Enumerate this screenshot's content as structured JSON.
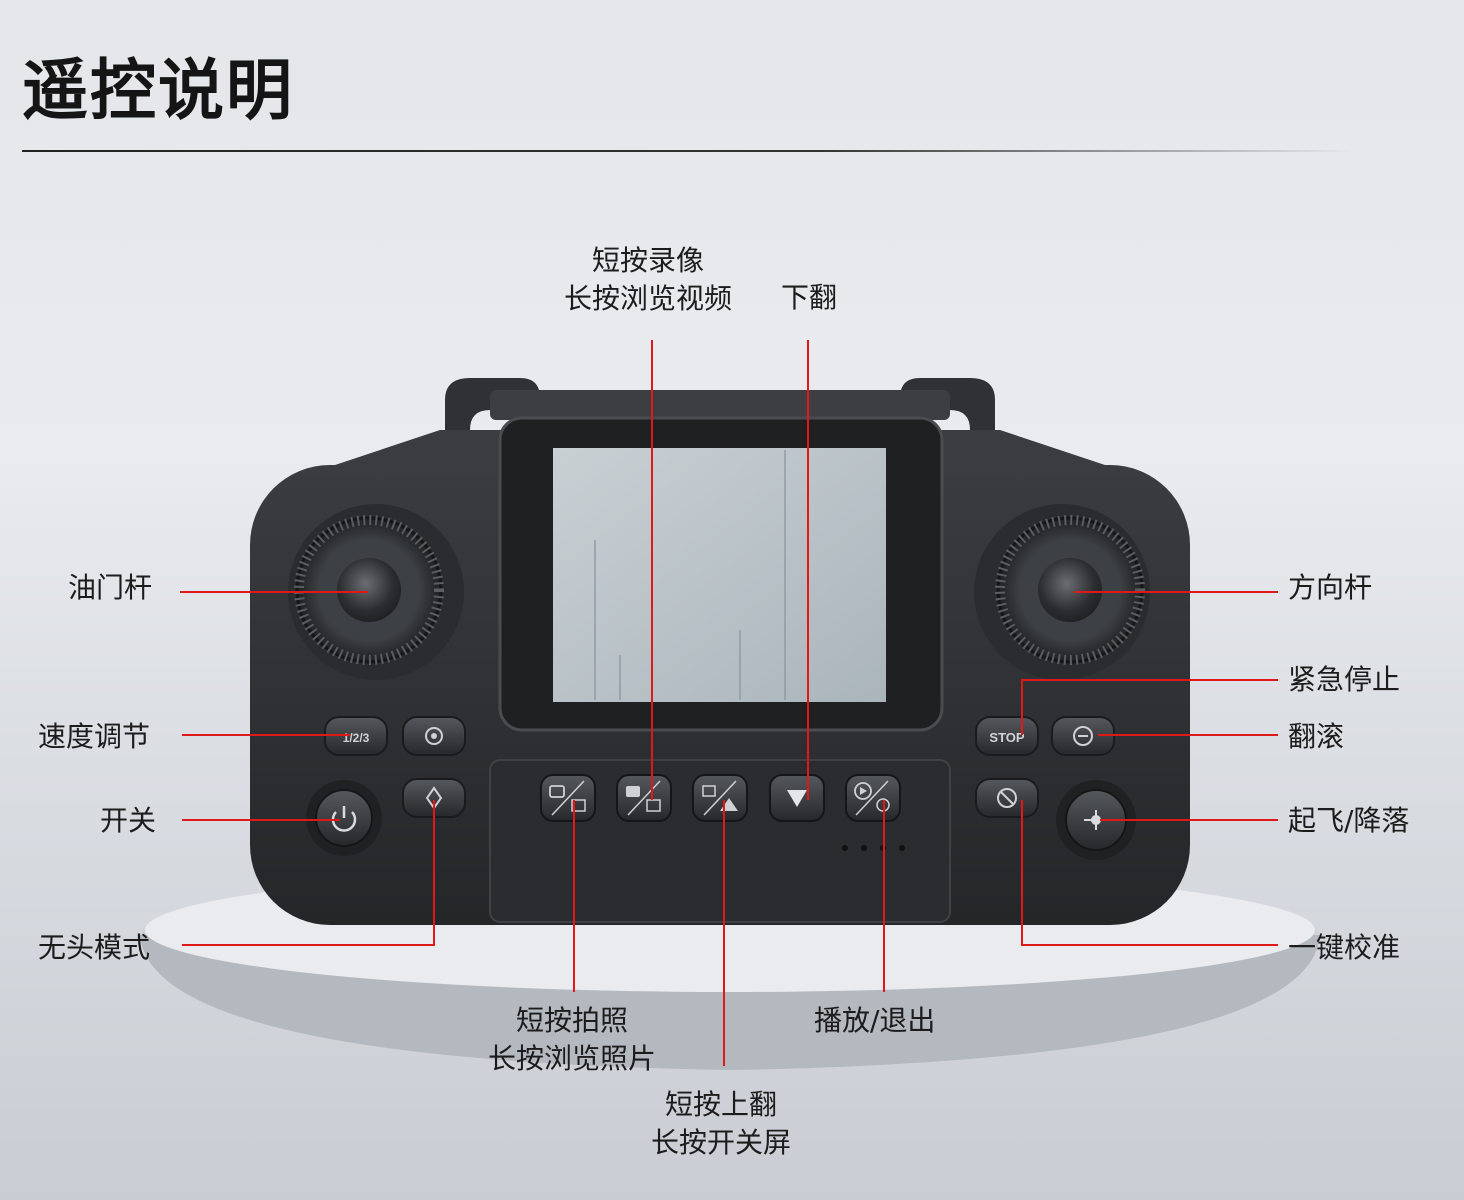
{
  "title": "遥控说明",
  "labels": {
    "record": [
      "短按录像",
      "长按浏览视频"
    ],
    "flip_down": "下翻",
    "throttle": "油门杆",
    "direction": "方向杆",
    "emergency_stop": "紧急停止",
    "roll": "翻滚",
    "speed": "速度调节",
    "power": "开关",
    "takeoff_land": "起飞/降落",
    "headless": "无头模式",
    "calibrate": "一键校准",
    "photo": [
      "短按拍照",
      "长按浏览照片"
    ],
    "play_exit": "播放/退出",
    "flip_up": [
      "短按上翻",
      "长按开关屏"
    ]
  },
  "buttons": {
    "speed": "1/2/3",
    "stop": "STOP"
  },
  "colors": {
    "leader_line": "#e01818",
    "body": "#2e3033",
    "button": "#3a3c40",
    "background": "#e6e8ec"
  },
  "icons": [
    "power-icon",
    "camera-icon",
    "video-icon",
    "flip-up-icon",
    "flip-down-icon",
    "play-icon",
    "headless-icon",
    "roll-icon",
    "calibrate-icon",
    "takeoff-icon",
    "gyro-icon"
  ]
}
